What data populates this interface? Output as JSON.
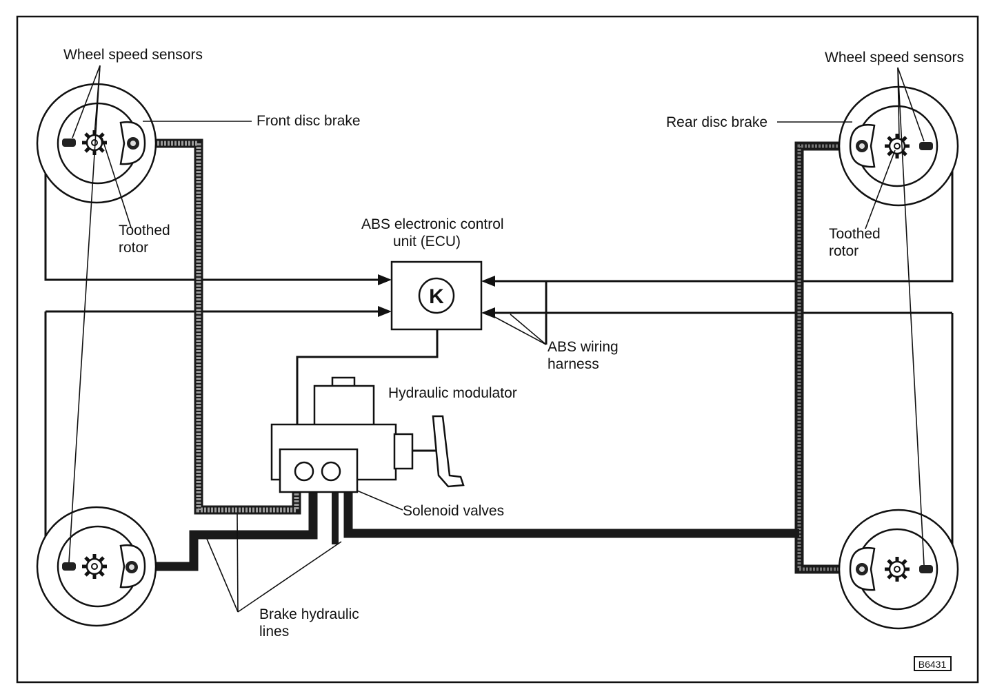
{
  "labels": {
    "wheel_speed_sensors_left": "Wheel speed sensors",
    "wheel_speed_sensors_right": "Wheel speed sensors",
    "front_disc_brake": "Front disc brake",
    "rear_disc_brake": "Rear disc brake",
    "toothed_rotor_left_line1": "Toothed",
    "toothed_rotor_left_line2": "rotor",
    "toothed_rotor_right_line1": "Toothed",
    "toothed_rotor_right_line2": "rotor",
    "ecu_line1": "ABS electronic control",
    "ecu_line2": "unit (ECU)",
    "ecu_symbol": "K",
    "wiring_line1": "ABS wiring",
    "wiring_line2": "harness",
    "hydraulic_modulator": "Hydraulic modulator",
    "solenoid_valves": "Solenoid valves",
    "brake_lines_line1": "Brake hydraulic",
    "brake_lines_line2": "lines",
    "figure_code": "B6431"
  }
}
